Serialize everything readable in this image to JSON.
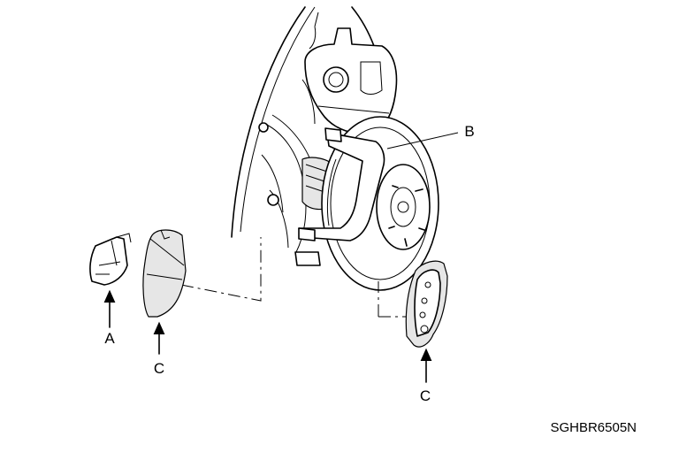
{
  "labels": {
    "a": "A",
    "b": "B",
    "c_left": "C",
    "c_right": "C"
  },
  "figure_code": "SGHBR6505N"
}
